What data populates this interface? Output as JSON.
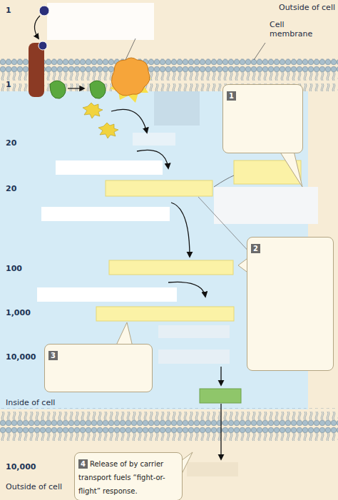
{
  "diagram": {
    "nodes": [
      {
        "text": [
          "1"
        ]
      },
      {
        "text": [
          "2"
        ]
      },
      {
        "text": [
          "3"
        ]
      },
      {
        "text": [
          "4",
          "Release of by carrier transport fuels “fight-or-flight” response."
        ]
      }
    ],
    "labels": [
      "Outside of cell",
      "Cell membrane",
      "1",
      "1",
      "20",
      "20",
      "100",
      "1,000",
      "10,000",
      "Inside of cell",
      "10,000",
      "Outside of cell"
    ]
  }
}
